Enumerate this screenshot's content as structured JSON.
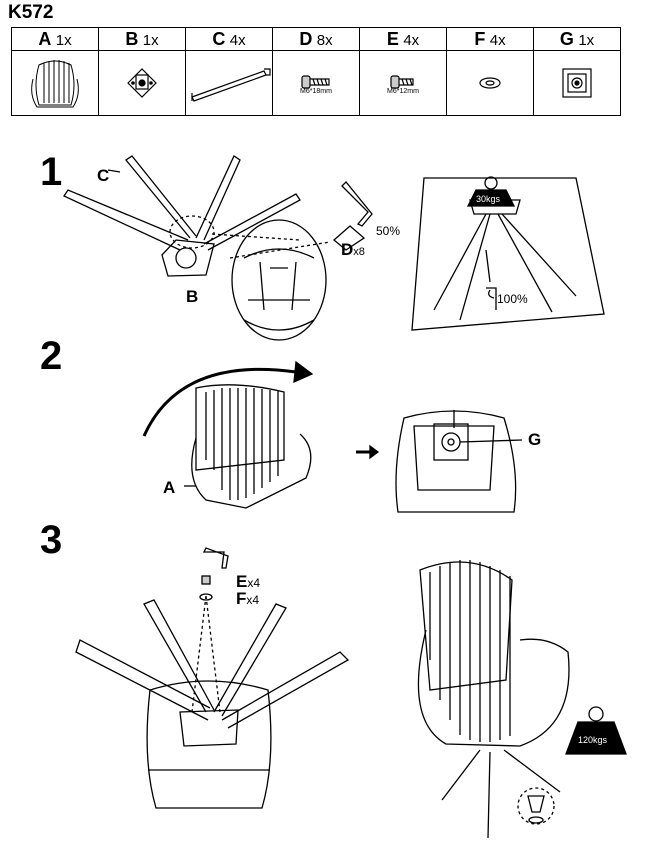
{
  "model": "K572",
  "parts": [
    {
      "letter": "A",
      "qty": "1x",
      "icon": "chair-icon"
    },
    {
      "letter": "B",
      "qty": "1x",
      "icon": "swivel-plate-icon"
    },
    {
      "letter": "C",
      "qty": "4x",
      "icon": "leg-icon"
    },
    {
      "letter": "D",
      "qty": "8x",
      "icon": "screw-icon",
      "size": "M6*18mm"
    },
    {
      "letter": "E",
      "qty": "4x",
      "icon": "screw-icon",
      "size": "M6*12mm"
    },
    {
      "letter": "F",
      "qty": "4x",
      "icon": "washer-icon"
    },
    {
      "letter": "G",
      "qty": "1x",
      "icon": "mounting-plate-icon"
    }
  ],
  "steps": {
    "s1": {
      "num": "1",
      "label_c": "C",
      "label_b": "B",
      "label_d": "D",
      "qty_d": "x8",
      "tighten_first": "50%",
      "load": "30kgs",
      "tighten_full": "100%"
    },
    "s2": {
      "num": "2",
      "label_a": "A",
      "label_g": "G",
      "arrow": "➞"
    },
    "s3": {
      "num": "3",
      "label_e": "E",
      "qty_e": "x4",
      "label_f": "F",
      "qty_f": "x4",
      "load": "120kgs"
    }
  }
}
